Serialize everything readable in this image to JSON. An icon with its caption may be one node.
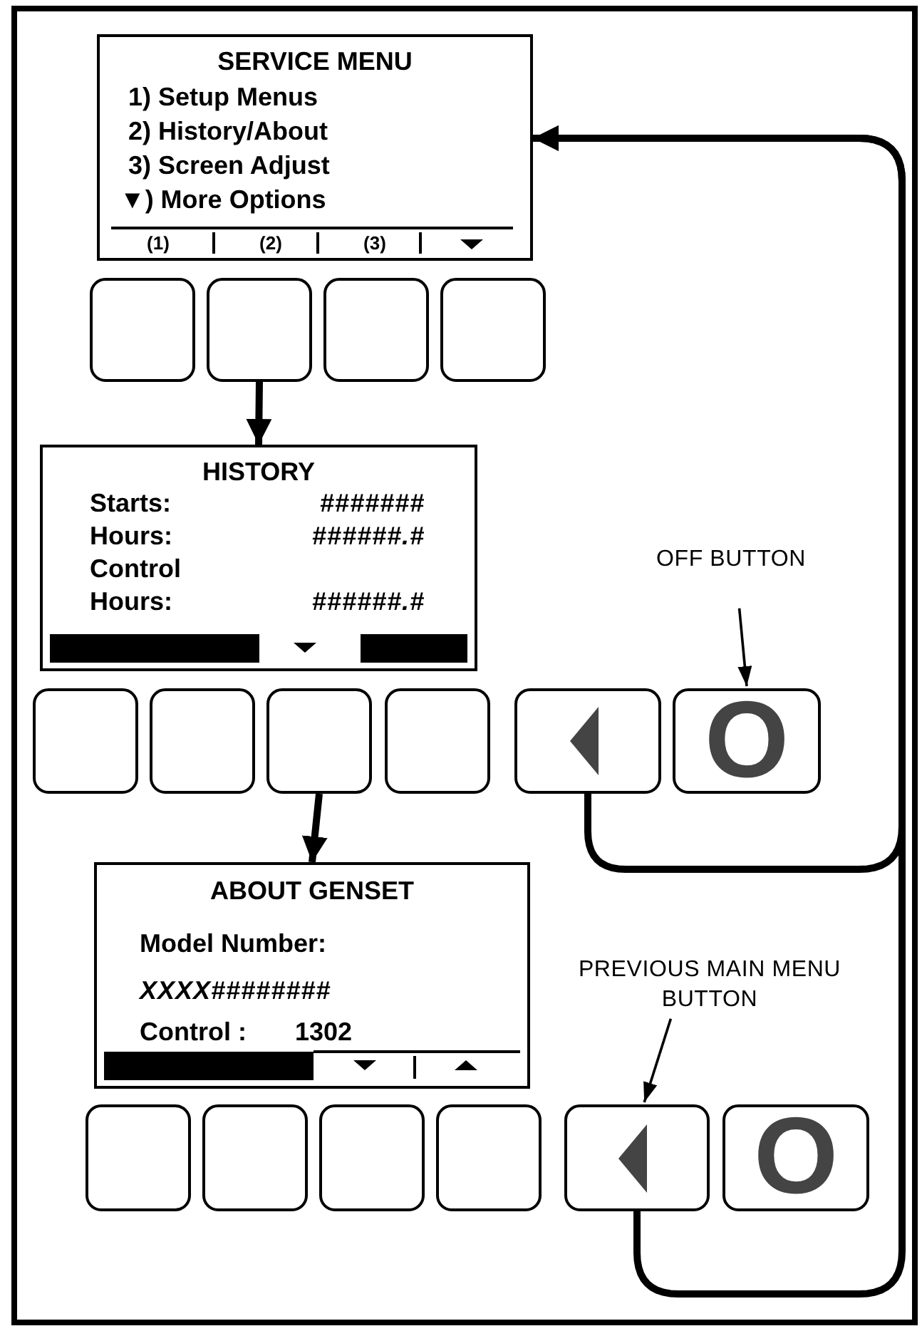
{
  "diagram": {
    "nodes": [
      {
        "text": [
          "SERVICE MENU",
          "1) Setup Menus",
          "2) History/About",
          "3) Screen Adjust",
          "▼) More Options",
          "(1)",
          "(2)",
          "(3)"
        ]
      },
      {
        "text": [],
        "shape": "box"
      },
      {
        "text": [],
        "shape": "box"
      },
      {
        "text": [],
        "shape": "box"
      },
      {
        "text": [],
        "shape": "box"
      },
      {
        "text": [
          "HISTORY",
          "Starts:",
          "#######",
          "Hours:",
          "######.#",
          "Control Hours:",
          "######.#"
        ]
      },
      {
        "text": [],
        "shape": "box"
      },
      {
        "text": [],
        "shape": "box"
      },
      {
        "text": [],
        "shape": "box"
      },
      {
        "text": [],
        "shape": "box"
      },
      {
        "text": [],
        "shape": "box"
      },
      {
        "text": [
          "O"
        ]
      },
      {
        "text": [
          "OFF BUTTON"
        ]
      },
      {
        "text": [
          "ABOUT GENSET",
          "Model Number:",
          "XXXX########",
          "Control :",
          "1302"
        ]
      },
      {
        "text": [],
        "shape": "box"
      },
      {
        "text": [],
        "shape": "box"
      },
      {
        "text": [],
        "shape": "box"
      },
      {
        "text": [],
        "shape": "box"
      },
      {
        "text": [],
        "shape": "box"
      },
      {
        "text": [
          "O"
        ]
      },
      {
        "text": [
          "PREVIOUS MAIN MENU BUTTON"
        ]
      }
    ],
    "edges": [
      {
        "from": 2,
        "to": 5,
        "arrow": "to"
      },
      {
        "from": 8,
        "to": 13,
        "arrow": "to"
      },
      {
        "from": 10,
        "to": 0,
        "arrow": "to"
      },
      {
        "from": 18,
        "to": 0,
        "arrow": "to"
      },
      {
        "from": 12,
        "to": 11,
        "arrow": "to"
      },
      {
        "from": 20,
        "to": 18,
        "arrow": "to"
      }
    ]
  }
}
